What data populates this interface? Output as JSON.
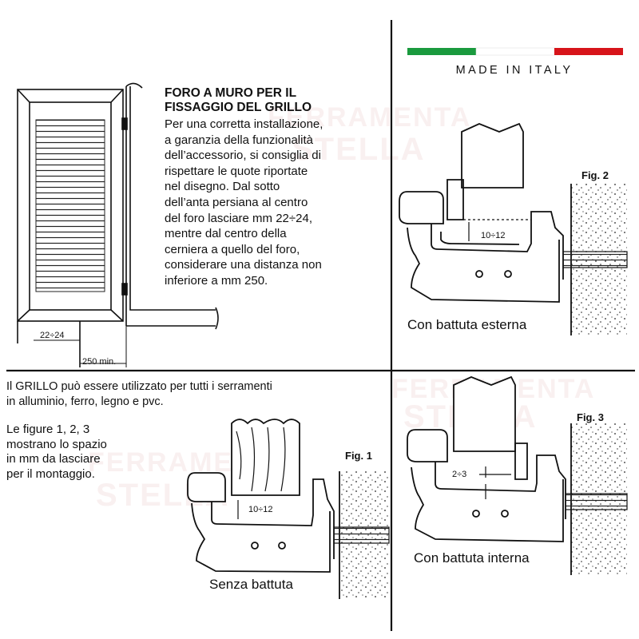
{
  "brand": {
    "made_in": "MADE IN ITALY",
    "flag_colors": [
      "#1a9a3e",
      "#ffffff",
      "#d7141a"
    ]
  },
  "watermark": {
    "line1": "FERRAMENTA",
    "line2": "STELLA"
  },
  "hole_section": {
    "heading_line1": "FORO A MURO PER IL",
    "heading_line2": "FISSAGGIO DEL GRILLO",
    "lines": [
      "Per una corretta installazione,",
      "a garanzia della funzionalità",
      "dell’accessorio, si consiglia di",
      "rispettare le quote riportate",
      "nel disegno. Dal sotto",
      "dell’anta persiana al centro",
      "del foro lasciare mm 22÷24,",
      "mentre dal centro della",
      "cerniera a quello del foro,",
      "considerare una distanza non",
      "inferiore a mm 250."
    ],
    "dim_height": "22÷24",
    "dim_min": "250 min."
  },
  "intro": {
    "line1": "Il GRILLO può essere utilizzato per tutti i serramenti",
    "line2": "in alluminio, ferro, legno e pvc.",
    "figs_lines": [
      "Le figure 1, 2, 3",
      "mostrano lo spazio",
      "in mm da lasciare",
      "per il montaggio."
    ]
  },
  "figures": {
    "fig1": {
      "label": "Fig. 1",
      "dimension": "10÷12",
      "caption": "Senza battuta"
    },
    "fig2": {
      "label": "Fig. 2",
      "dimension": "10÷12",
      "caption": "Con battuta esterna"
    },
    "fig3": {
      "label": "Fig. 3",
      "dimension": "2÷3",
      "caption": "Con battuta interna"
    }
  }
}
